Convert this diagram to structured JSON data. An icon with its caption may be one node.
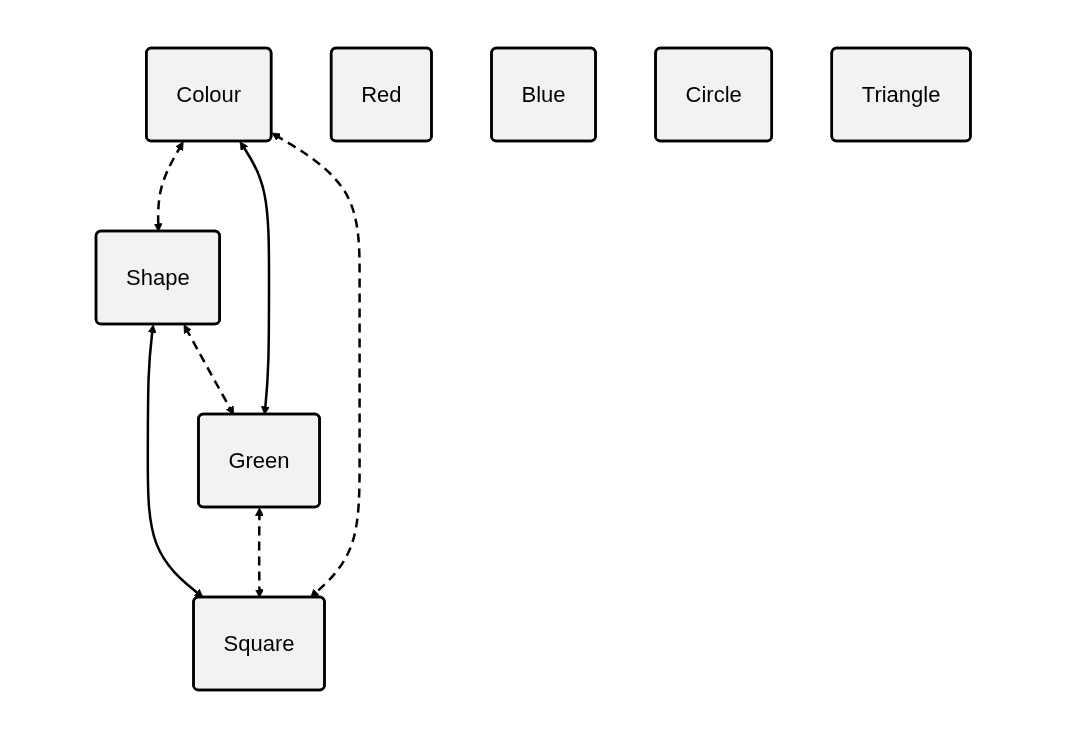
{
  "diagram": {
    "nodes": [
      {
        "text": [
          "Colour"
        ]
      },
      {
        "text": [
          "Shape"
        ]
      },
      {
        "text": [
          "Green"
        ]
      },
      {
        "text": [
          "Square"
        ]
      },
      {
        "text": [
          "Red"
        ]
      },
      {
        "text": [
          "Blue"
        ]
      },
      {
        "text": [
          "Circle"
        ]
      },
      {
        "text": [
          "Triangle"
        ]
      }
    ],
    "edges": [
      {
        "from": 0,
        "to": 1,
        "arrow": "both",
        "style": "dashed"
      },
      {
        "from": 0,
        "to": 2,
        "arrow": "both"
      },
      {
        "from": 1,
        "to": 3,
        "arrow": "both"
      },
      {
        "from": 1,
        "to": 2,
        "arrow": "both",
        "style": "dashed"
      },
      {
        "from": 0,
        "to": 3,
        "arrow": "both",
        "style": "dashed"
      },
      {
        "from": 2,
        "to": 3,
        "arrow": "both",
        "style": "dashed"
      }
    ]
  }
}
